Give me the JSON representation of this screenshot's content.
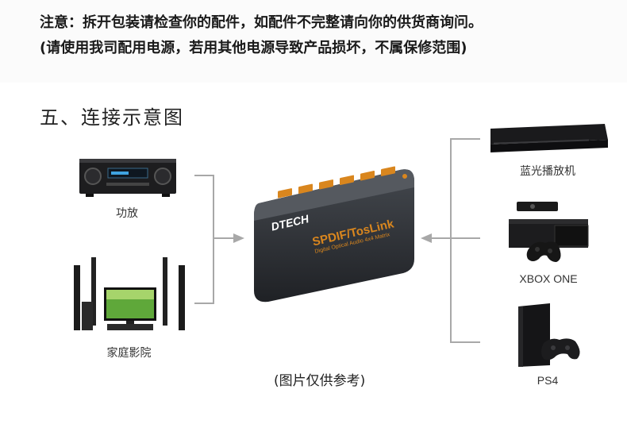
{
  "notice": {
    "label": "注意：",
    "line1": "拆开包装请检查你的配件，如配件不完整请向你的供货商询问。",
    "line2": "(请使用我司配用电源，若用其他电源导致产品损坏，不属保修范围)"
  },
  "section_title": "五、连接示意图",
  "device": {
    "brand": "DTECH",
    "model": "SPDIF/TosLink",
    "subtitle": "Digital Optical Audio 4x4 Matrix"
  },
  "outputs": [
    {
      "label": "功放",
      "icon": "amplifier-icon"
    },
    {
      "label": "家庭影院",
      "icon": "home-theater-icon"
    }
  ],
  "inputs": [
    {
      "label": "蓝光播放机",
      "icon": "bluray-player-icon"
    },
    {
      "label": "XBOX ONE",
      "icon": "xbox-one-icon"
    },
    {
      "label": "PS4",
      "icon": "ps4-icon"
    }
  ],
  "caption": "(图片仅供参考)",
  "colors": {
    "accent": "#d9861e",
    "device_body": "#2a2d31",
    "connector_line": "#a8a8a8"
  }
}
